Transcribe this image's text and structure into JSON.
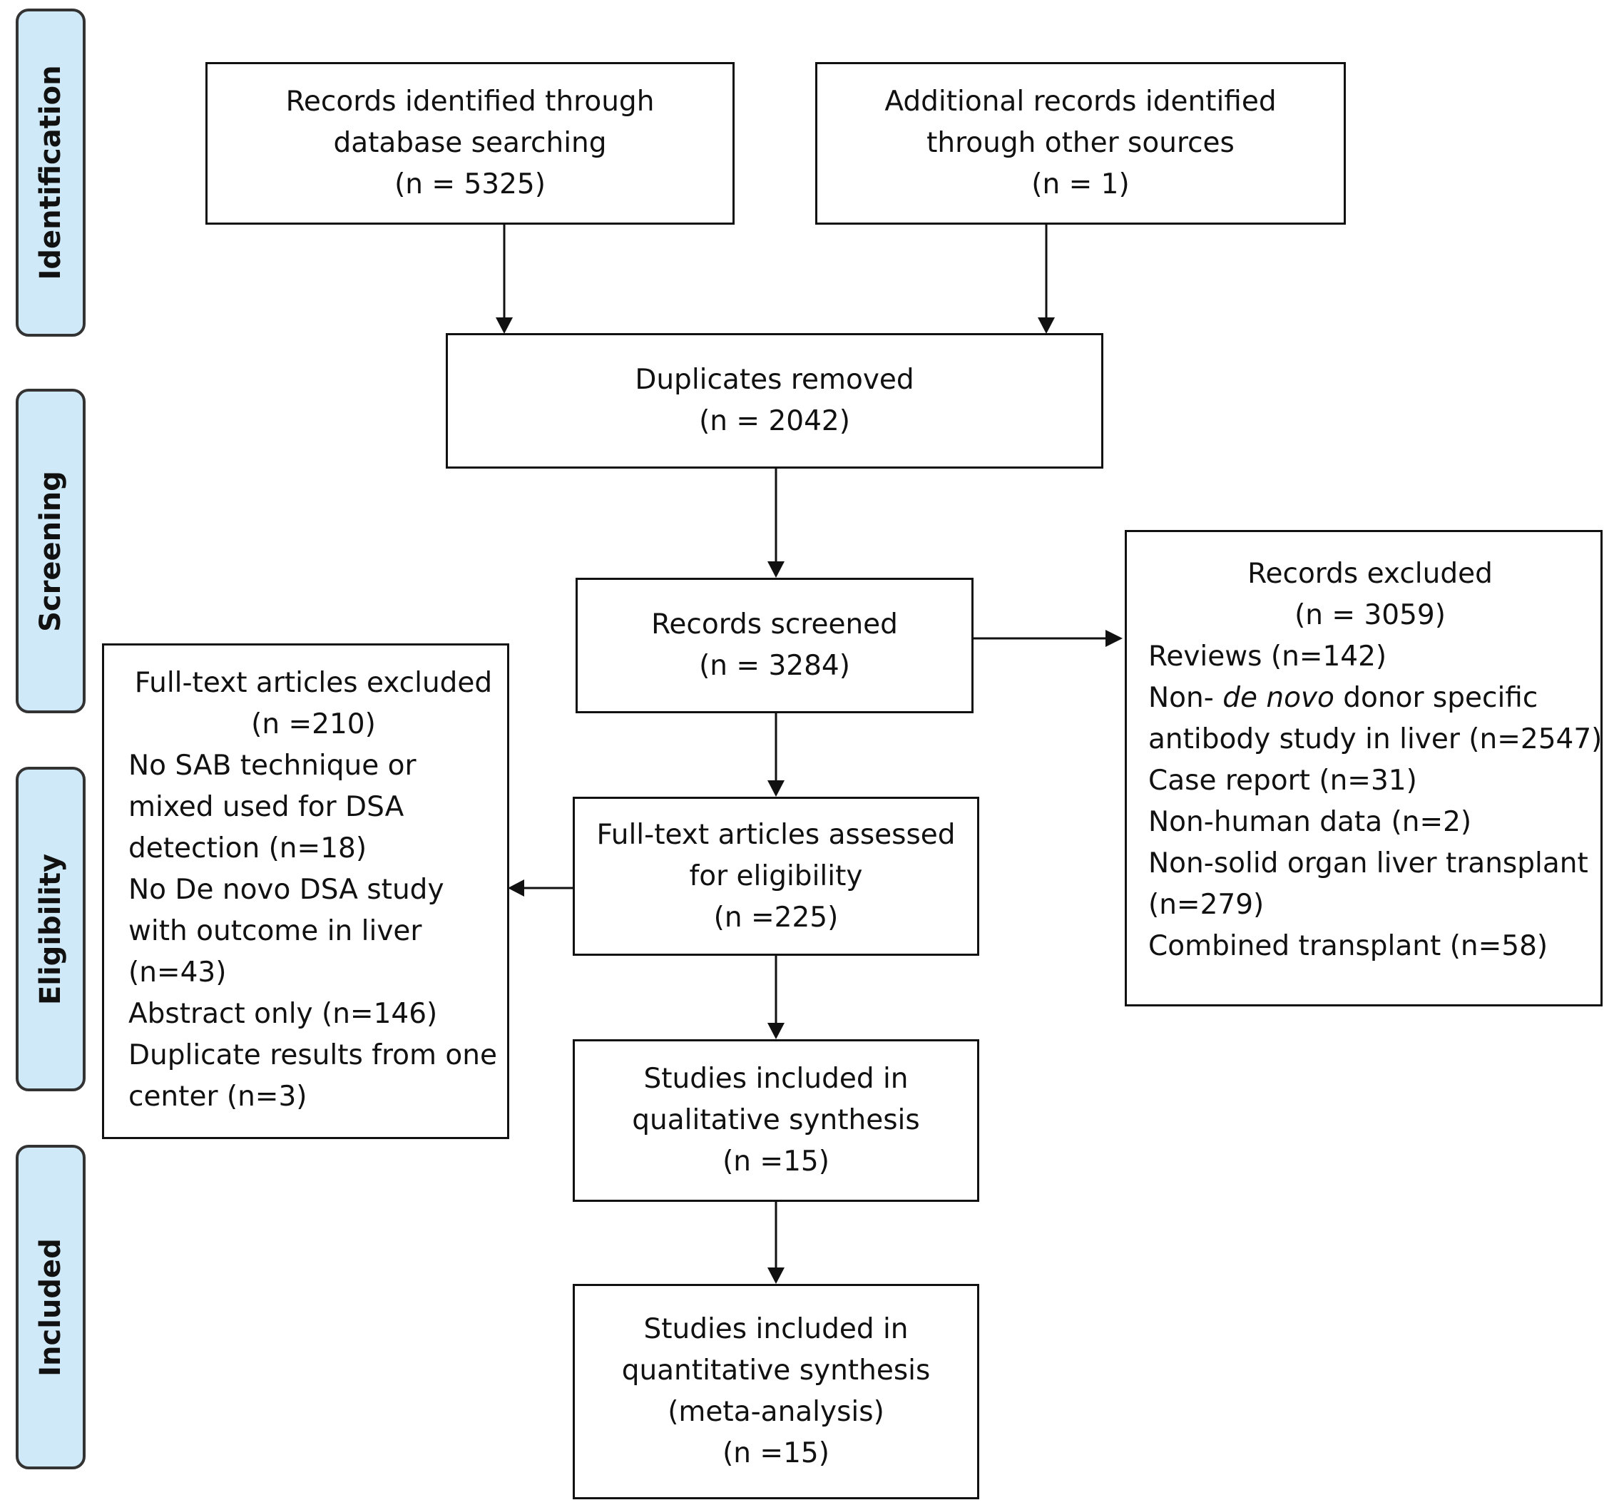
{
  "phases": {
    "identification": "Identification",
    "screening": "Screening",
    "eligibility": "Eligibility",
    "included": "Included"
  },
  "boxes": {
    "database_records": {
      "lines": [
        "Records identified through",
        "database searching",
        "(n = 5325)"
      ]
    },
    "other_records": {
      "lines": [
        "Additional records identified",
        "through other sources",
        "(n = 1)"
      ]
    },
    "duplicates_removed": {
      "lines": [
        "Duplicates removed",
        "(n = 2042)"
      ]
    },
    "records_screened": {
      "lines": [
        "Records screened",
        "(n = 3284)"
      ]
    },
    "records_excluded": {
      "title": "Records excluded",
      "count": "(n = 3059)",
      "items": {
        "reviews": "Reviews (n=142)",
        "non_de_novo_prefix": "Non- ",
        "non_de_novo_italic": "de novo",
        "non_de_novo_suffix": " donor specific",
        "non_de_novo_line2": "antibody study in liver (n=2547)",
        "case_report": "Case report (n=31)",
        "non_human": "Non-human data (n=2)",
        "non_solid_line1": "Non-solid organ liver transplant",
        "non_solid_line2": "(n=279)",
        "combined": "Combined transplant (n=58)"
      }
    },
    "fulltext_assessed": {
      "lines": [
        "Full-text articles assessed",
        "for eligibility",
        "(n =225)"
      ]
    },
    "fulltext_excluded": {
      "title": "Full-text articles excluded",
      "count": "(n =210)",
      "items": [
        "No SAB technique or",
        "mixed used for DSA",
        "detection (n=18)",
        "No De novo DSA study",
        "with outcome in liver",
        "(n=43)",
        "Abstract only (n=146)",
        "Duplicate results from one",
        "center (n=3)"
      ]
    },
    "qualitative": {
      "lines": [
        "Studies included in",
        "qualitative synthesis",
        "(n =15)"
      ]
    },
    "quantitative": {
      "lines": [
        "Studies included in",
        "quantitative synthesis",
        "(meta-analysis)",
        "(n =15)"
      ]
    }
  },
  "colors": {
    "phase_fill": "#cfe9f8",
    "line": "#111111"
  }
}
